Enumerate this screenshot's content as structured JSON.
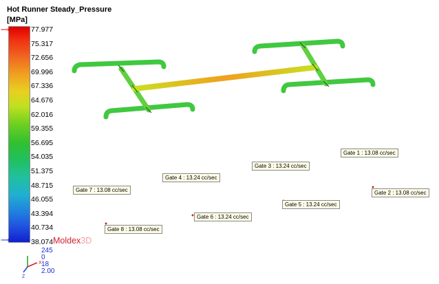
{
  "plot": {
    "title": "Hot Runner Steady_Pressure",
    "unit": "[MPa]"
  },
  "scale_ticks": [
    "77.977",
    "75.317",
    "72.656",
    "69.996",
    "67.336",
    "64.676",
    "62.016",
    "59.355",
    "56.695",
    "54.035",
    "51.375",
    "48.715",
    "46.055",
    "43.394",
    "40.734",
    "38.074"
  ],
  "brand": {
    "main": "Moldex",
    "suffix": "3D"
  },
  "view_params": [
    "245",
    "0",
    "18",
    "2.00"
  ],
  "gates": [
    {
      "label": "Gate 1 : 13.08 cc/sec"
    },
    {
      "label": "Gate 2 : 13.08 cc/sec"
    },
    {
      "label": "Gate 3 : 13.24 cc/sec"
    },
    {
      "label": "Gate 4 : 13.24 cc/sec"
    },
    {
      "label": "Gate 5 : 13.24 cc/sec"
    },
    {
      "label": "Gate 6 : 13.24 cc/sec"
    },
    {
      "label": "Gate 7 : 13.08 cc/sec"
    },
    {
      "label": "Gate 8 : 13.08 cc/sec"
    }
  ],
  "colors": {
    "max_marker": "#dd0000",
    "min_marker": "#1030c0",
    "brand": "#d0202a"
  }
}
